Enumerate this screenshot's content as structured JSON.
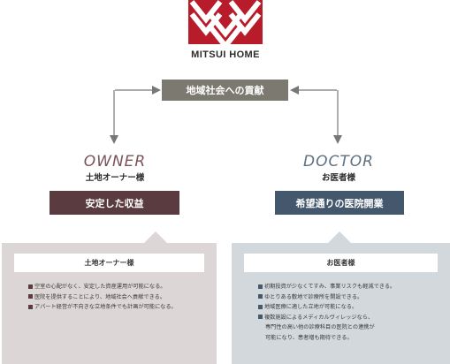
{
  "logo": {
    "name": "MITSUI HOME",
    "icon": "mitsui-home-logo-icon",
    "color": "#b81c2b"
  },
  "center": {
    "label": "地域社会への貢献"
  },
  "owner": {
    "role_en": "OWNER",
    "role_jp": "土地オーナー様",
    "result": "安定した収益",
    "panel_title": "土地オーナー様",
    "items": [
      "空室の心配がなく、安定した資産運用が可能になる。",
      "医院を提供することにより、地域社会へ貢献できる。",
      "アパート経営が不向きな立地条件でも計画が可能になる。"
    ],
    "accent": "#5a3c40"
  },
  "doctor": {
    "role_en": "DOCTOR",
    "role_jp": "お医者様",
    "result": "希望通りの医院開業",
    "panel_title": "お医者様",
    "items": [
      "初期投資が少なくてすみ、事業リスクも軽減できる。",
      "ゆとりある敷地で診療所を開設できる。",
      "地域医療に適した立地が可能になる。",
      "複数施設によるメディカルヴィレッジなら、",
      "専門性の高い他の診療科目の医院との連携が",
      "可能になり、患者増も期待できる。"
    ],
    "accent": "#44586d"
  }
}
